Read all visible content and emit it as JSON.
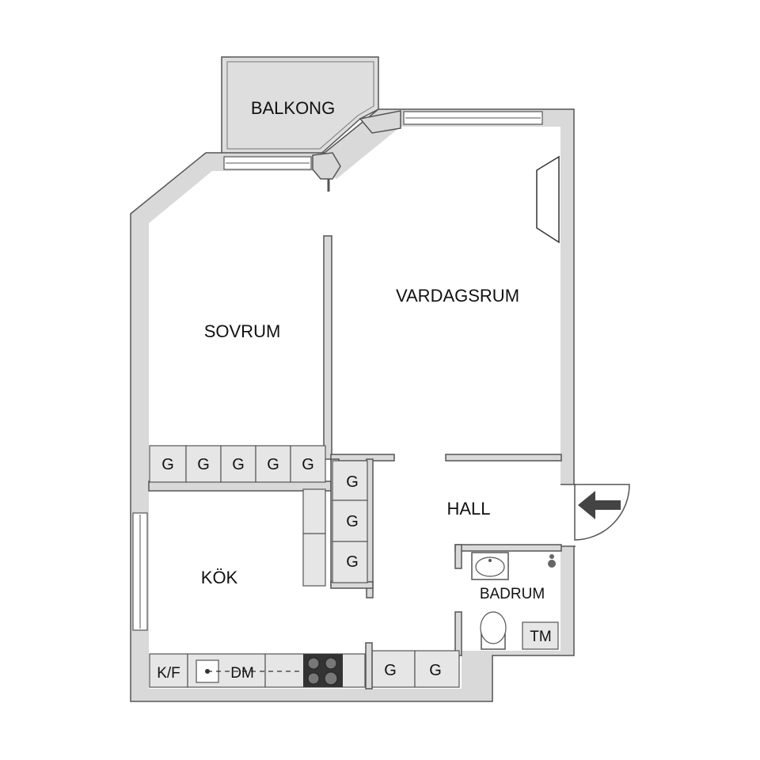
{
  "rooms": {
    "balkong": "BALKONG",
    "vardagsrum": "VARDAGSRUM",
    "sovrum": "SOVRUM",
    "hall": "HALL",
    "kok": "KÖK",
    "badrum": "BADRUM"
  },
  "fixtures": {
    "wardrobe": "G",
    "kf": "K/F",
    "dm": "DM",
    "tm": "TM"
  },
  "colors": {
    "wall": "#d9d9d9",
    "outline": "#555555",
    "floor": "#ffffff",
    "stove": "#333333"
  }
}
